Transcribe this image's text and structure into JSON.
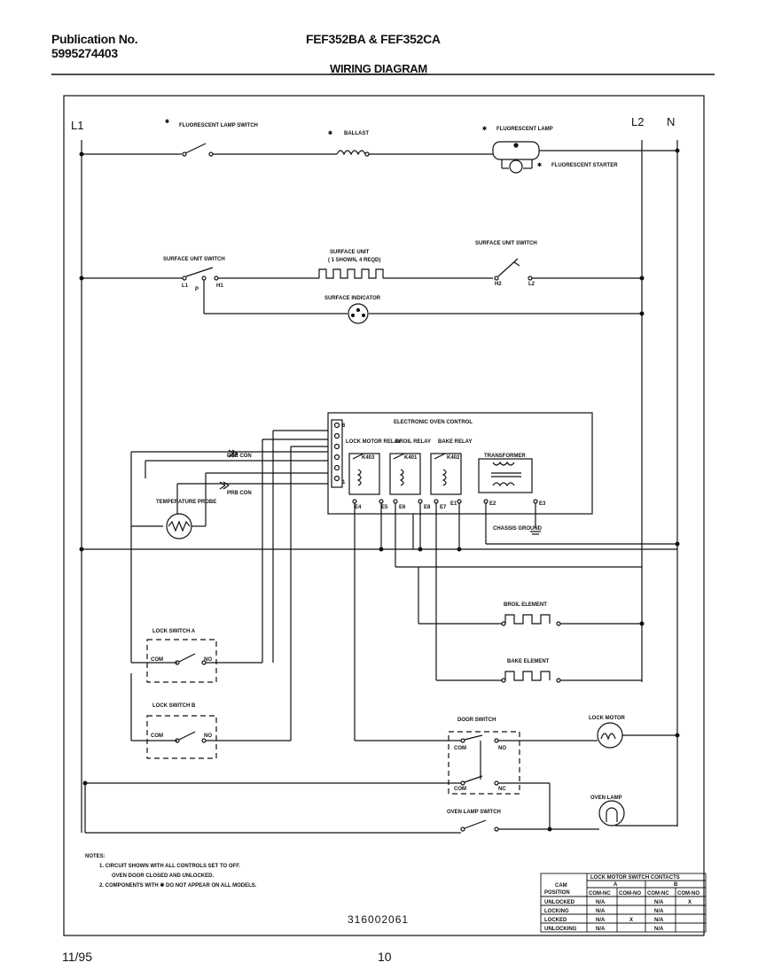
{
  "header": {
    "publication_label": "Publication No.",
    "publication_number": "5995274403",
    "models": "FEF352BA & FEF352CA",
    "title": "WIRING DIAGRAM"
  },
  "footer": {
    "date": "11/95",
    "page": "10"
  },
  "diagram": {
    "lines": {
      "l1": "L1",
      "l2": "L2",
      "n": "N"
    },
    "labels": {
      "fl_lamp_switch": "FLUORESCENT LAMP SWITCH",
      "ballast": "BALLAST",
      "fl_lamp": "FLUORESCENT LAMP",
      "fl_starter": "FLUORESCENT STARTER",
      "surface_switch_left": "SURFACE UNIT SWITCH",
      "surface_unit": "SURFACE UNIT",
      "surface_unit_note": "( 1 SHOWN, 4 REQD)",
      "surface_switch_right": "SURFACE UNIT SWITCH",
      "surface_indicator": "SURFACE INDICATOR",
      "term_l1": "L1",
      "term_p": "P",
      "term_h1": "H1",
      "term_h2": "H2",
      "term_l2": "L2",
      "electronic_oven_control": "ELECTRONIC OVEN CONTROL",
      "lock_motor_relay": "LOCK MOTOR RELAY",
      "broil_relay": "BROIL RELAY",
      "bake_relay": "BAKE RELAY",
      "k403": "K403",
      "k401": "K401",
      "k402": "K402",
      "transformer": "TRANSFORMER",
      "e4": "E4",
      "e5": "E5",
      "e6": "E6",
      "e8": "E8",
      "e7": "E7",
      "e1": "E1",
      "e2": "E2",
      "e3": "E3",
      "pin6": "6",
      "pin1": "1",
      "prb_con1": "PRB CON",
      "prb_con2": "PRB CON",
      "temperature_probe": "TEMPERATURE PROBE",
      "chassis_ground": "CHASSIS GROUND",
      "broil_element": "BROIL ELEMENT",
      "bake_element": "BAKE ELEMENT",
      "lock_switch_a": "LOCK SWITCH A",
      "lock_switch_b": "LOCK SWITCH B",
      "com": "COM",
      "no": "NO",
      "nc": "NC",
      "door_switch": "DOOR SWITCH",
      "lock_motor": "LOCK MOTOR",
      "oven_lamp": "OVEN LAMP",
      "oven_lamp_switch": "OVEN LAMP SWITCH",
      "asterisk": "✱",
      "diagram_number": "316002061"
    },
    "notes": {
      "heading": "NOTES:",
      "n1a": "1.  CIRCUIT SHOWN WITH ALL CONTROLS SET TO OFF.",
      "n1b": "OVEN DOOR CLOSED AND UNLOCKED.",
      "n2": "2.  COMPONENTS WITH ✱ DO NOT APPEAR ON ALL MODELS."
    },
    "contacts_table": {
      "title": "LOCK MOTOR SWITCH CONTACTS",
      "col_cam": "CAM",
      "col_position": "POSITION",
      "group_a": "A",
      "group_b": "B",
      "sub": [
        "COM-NC",
        "COM-NO",
        "COM-NC",
        "COM-NO"
      ],
      "rows": [
        {
          "position": "UNLOCKED",
          "cells": [
            "N/A",
            "",
            "N/A",
            "X"
          ]
        },
        {
          "position": "LOCKING",
          "cells": [
            "N/A",
            "",
            "N/A",
            ""
          ]
        },
        {
          "position": "LOCKED",
          "cells": [
            "N/A",
            "X",
            "N/A",
            ""
          ]
        },
        {
          "position": "UNLOCKING",
          "cells": [
            "N/A",
            "",
            "N/A",
            ""
          ]
        }
      ]
    }
  }
}
